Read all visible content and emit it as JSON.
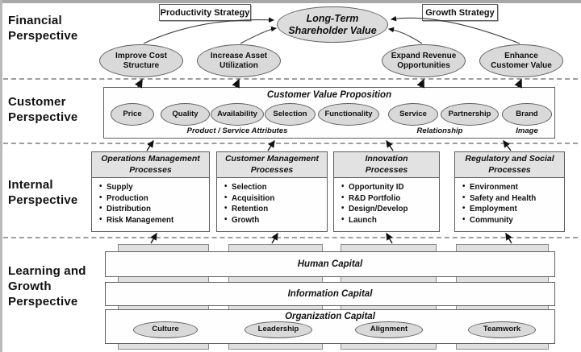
{
  "colors": {
    "shape_fill": "#d9d9d9",
    "header_fill": "#e2e2e2",
    "column_fill": "#e0e0e0",
    "border": "#5f5f5f",
    "dashed_line": "#9e9e9e"
  },
  "perspectives": {
    "financial": "Financial\nPerspective",
    "customer": "Customer\nPerspective",
    "internal": "Internal\nPerspective",
    "learning": "Learning and\nGrowth\nPerspective"
  },
  "financial": {
    "productivity_strategy": "Productivity Strategy",
    "growth_strategy": "Growth Strategy",
    "goal": "Long-Term\nShareholder Value",
    "objectives": [
      "Improve Cost\nStructure",
      "Increase Asset\nUtilization",
      "Expand Revenue\nOpportunities",
      "Enhance\nCustomer Value"
    ]
  },
  "customer": {
    "title": "Customer Value Proposition",
    "attributes": [
      "Price",
      "Quality",
      "Availability",
      "Selection",
      "Functionality",
      "Service",
      "Partnership",
      "Brand"
    ],
    "groups": [
      "Product / Service Attributes",
      "Relationship",
      "Image"
    ]
  },
  "internal": {
    "processes": [
      {
        "title": "Operations Management\nProcesses",
        "items": [
          "Supply",
          "Production",
          "Distribution",
          "Risk Management"
        ]
      },
      {
        "title": "Customer Management\nProcesses",
        "items": [
          "Selection",
          "Acquisition",
          "Retention",
          "Growth"
        ]
      },
      {
        "title": "Innovation\nProcesses",
        "items": [
          "Opportunity ID",
          "R&D Portfolio",
          "Design/Develop",
          "Launch"
        ]
      },
      {
        "title": "Regulatory and Social\nProcesses",
        "items": [
          "Environment",
          "Safety and Health",
          "Employment",
          "Community"
        ]
      }
    ]
  },
  "learning": {
    "layers": [
      "Human Capital",
      "Information Capital",
      "Organization Capital"
    ],
    "organization_items": [
      "Culture",
      "Leadership",
      "Alignment",
      "Teamwork"
    ]
  }
}
